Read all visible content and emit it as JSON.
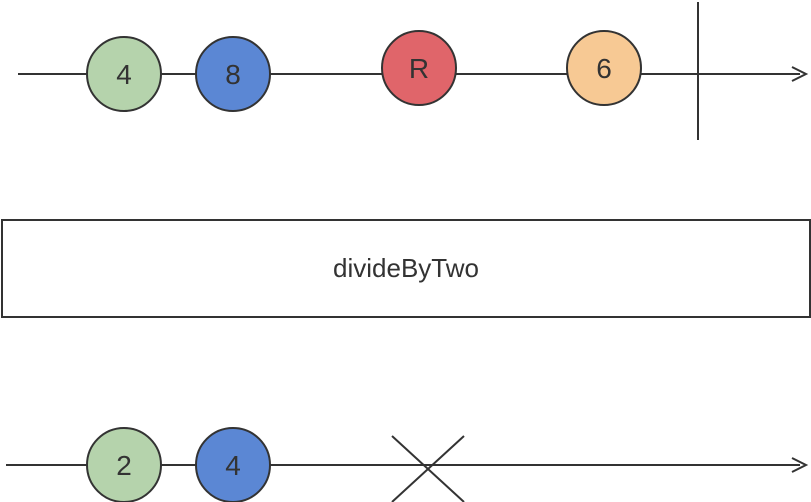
{
  "diagram": {
    "input": {
      "marbles": [
        {
          "label": "4",
          "color": "#b5d3ac"
        },
        {
          "label": "8",
          "color": "#5b87d4"
        },
        {
          "label": "R",
          "color": "#e0656a"
        },
        {
          "label": "6",
          "color": "#f7c994"
        }
      ],
      "terminator": "complete"
    },
    "operator": {
      "label": "divideByTwo"
    },
    "output": {
      "marbles": [
        {
          "label": "2",
          "color": "#b5d3ac"
        },
        {
          "label": "4",
          "color": "#5b87d4"
        }
      ],
      "terminator": "error"
    },
    "colors": {
      "line": "#333333",
      "marble_stroke": "#333333",
      "box_stroke": "#333333",
      "background": "#ffffff"
    }
  }
}
